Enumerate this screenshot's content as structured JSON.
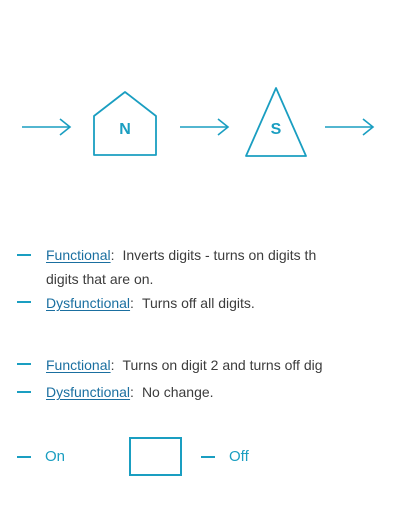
{
  "colors": {
    "accent": "#1a9ec1",
    "link": "#1a6fa0",
    "text": "#3c3c3c"
  },
  "diagram": {
    "nodes": [
      {
        "letter": "N",
        "shape": "house-pentagon"
      },
      {
        "letter": "S",
        "shape": "triangle"
      }
    ],
    "arrows": 3
  },
  "section1": {
    "functional": {
      "term": "Functional",
      "line1": "Inverts digits - turns  on digits th",
      "line2": "digits that are on."
    },
    "dysfunctional": {
      "term": "Dysfunctional",
      "text": "Turns off all digits."
    }
  },
  "section2": {
    "functional": {
      "term": "Functional",
      "text": "Turns on digit 2 and turns off dig"
    },
    "dysfunctional": {
      "term": "Dysfunctional",
      "text": "No change."
    }
  },
  "legend": {
    "on_label": "On",
    "off_label": "Off"
  }
}
